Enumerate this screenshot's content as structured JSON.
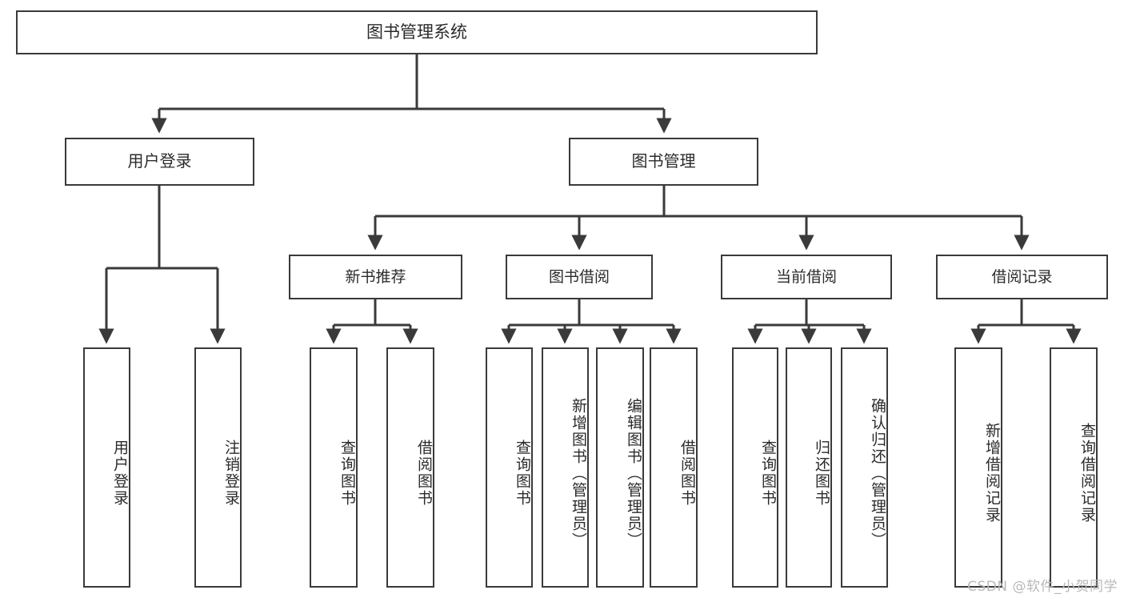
{
  "diagram": {
    "title": "图书管理系统",
    "type": "tree",
    "stroke_color": "#3a3a3a",
    "text_color": "#2b2b2b",
    "background_color": "#ffffff"
  },
  "nodes": {
    "root": {
      "label": "图书管理系统"
    },
    "level2": [
      {
        "id": "user-login",
        "label": "用户登录"
      },
      {
        "id": "book-manage",
        "label": "图书管理"
      }
    ],
    "level3": [
      {
        "id": "new-book-recommend",
        "label": "新书推荐"
      },
      {
        "id": "book-borrow",
        "label": "图书借阅"
      },
      {
        "id": "current-borrow",
        "label": "当前借阅"
      },
      {
        "id": "borrow-record",
        "label": "借阅记录"
      }
    ],
    "leaves": {
      "user_login": [
        {
          "id": "leaf-user-login",
          "label": "用户登录"
        },
        {
          "id": "leaf-logout-login",
          "label": "注销登录"
        }
      ],
      "new_book_recommend": [
        {
          "id": "leaf-query-book-1",
          "label": "查询图书"
        },
        {
          "id": "leaf-borrow-book-1",
          "label": "借阅图书"
        }
      ],
      "book_borrow": [
        {
          "id": "leaf-query-book-2",
          "label": "查询图书"
        },
        {
          "id": "leaf-add-book",
          "label": "新增图书（管理员）"
        },
        {
          "id": "leaf-edit-book",
          "label": "编辑图书（管理员）"
        },
        {
          "id": "leaf-borrow-book-2",
          "label": "借阅图书"
        }
      ],
      "current_borrow": [
        {
          "id": "leaf-query-book-3",
          "label": "查询图书"
        },
        {
          "id": "leaf-return-book",
          "label": "归还图书"
        },
        {
          "id": "leaf-confirm-return",
          "label": "确认归还（管理员）"
        }
      ],
      "borrow_record": [
        {
          "id": "leaf-add-record",
          "label": "新增借阅记录"
        },
        {
          "id": "leaf-query-record",
          "label": "查询借阅记录"
        }
      ]
    }
  },
  "watermark": {
    "text": "CSDN @软件_小贺同学"
  }
}
